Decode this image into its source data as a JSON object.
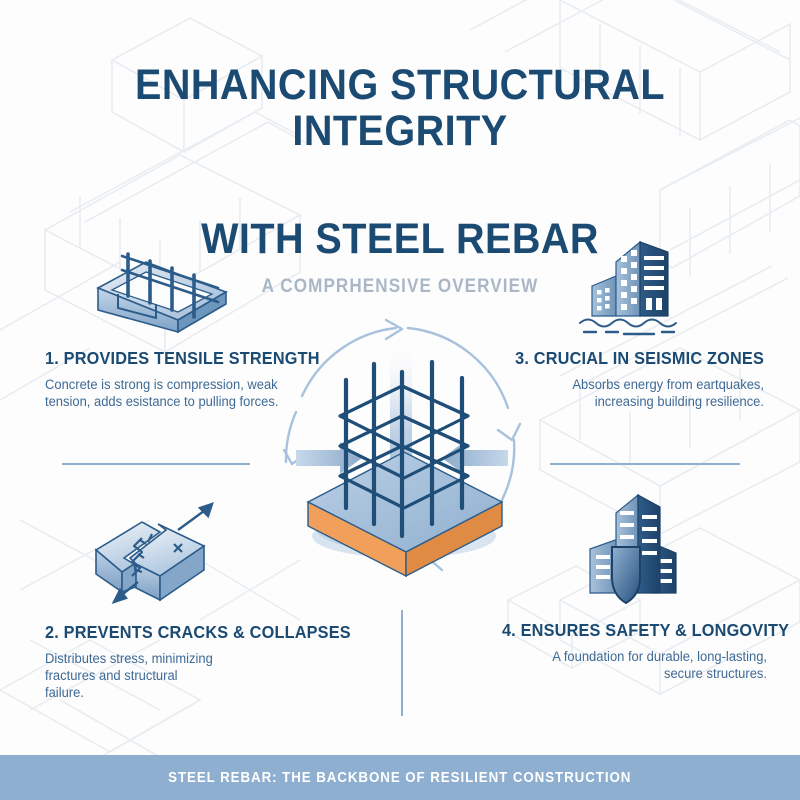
{
  "header": {
    "title_line1": "ENHANCING STRUCTURAL INTEGRITY",
    "title_line2": "WITH STEEL REBAR",
    "subtitle": "A COMPRHENSIVE OVERVIEW"
  },
  "points": [
    {
      "number": "1.",
      "heading": "1. PROVIDES TENSILE STRENGTH",
      "body_line1": "Concrete is strong is compression, weak",
      "body_line2": "tension, adds esistance to pulling forces.",
      "body_line3": "",
      "icon": "rebar-beam-icon"
    },
    {
      "number": "2.",
      "heading": "2. PREVENTS CRACKS & COLLAPSES",
      "body_line1": "Distributes stress, minimizing",
      "body_line2": "fractures and structural",
      "body_line3": "failure.",
      "icon": "cracked-block-icon"
    },
    {
      "number": "3.",
      "heading": "3. CRUCIAL IN SEISMIC ZONES",
      "body_line1": "Absorbs energy from eartquakes,",
      "body_line2": "increasing building resilience.",
      "body_line3": "",
      "icon": "seismic-building-icon"
    },
    {
      "number": "4.",
      "heading": "4. ENSURES SAFETY & LONGOVITY",
      "body_line1": "A foundation for durable, long-lasting,",
      "body_line2": "secure structures.",
      "body_line3": "",
      "icon": "shield-building-icon"
    }
  ],
  "center": {
    "illustration": "rebar-cage-on-concrete-foundation",
    "cycle_arrows": "circular-cycle-arrows",
    "inward_arrows": "load-force-arrows"
  },
  "footer": {
    "text": "STEEL REBAR: THE BACKBONE OF RESILIENT CONSTRUCTION"
  },
  "colors": {
    "title_navy": "#1B4A72",
    "subtitle_grey": "#A9B7C6",
    "body_blue": "#3E6A96",
    "footer_bar": "#8EAFD0",
    "accent_orange": "#F0A05A",
    "rebar_dark": "#1F4E79",
    "concrete_light": "#A9C3DE",
    "background": "#FDFDFD"
  }
}
